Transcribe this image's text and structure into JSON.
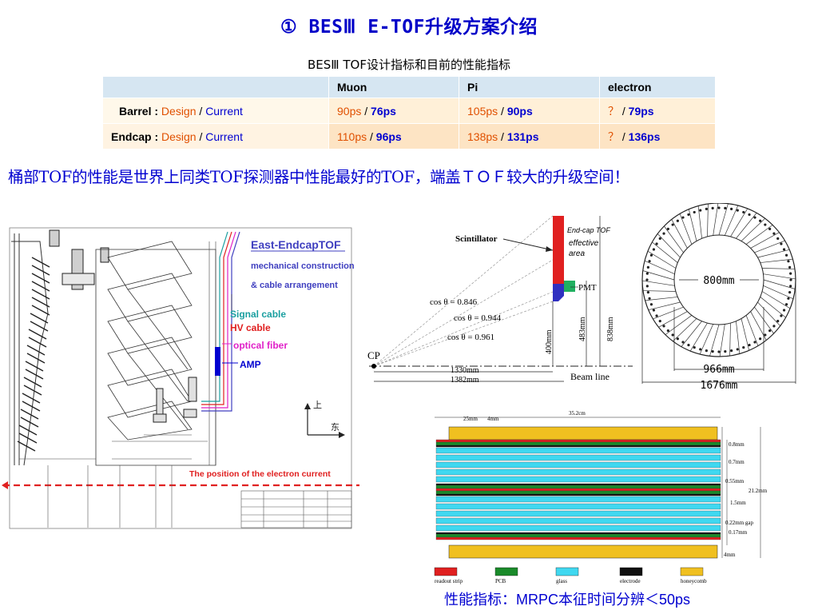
{
  "title": "①   BESⅢ E-TOF升级方案介绍",
  "subtitle": "BESⅢ TOF设计指标和目前的性能指标",
  "table": {
    "headers": [
      "",
      "Muon",
      "Pi",
      "electron"
    ],
    "rows": [
      {
        "label": "Barrel : ",
        "design_word": "Design",
        "slash": " / ",
        "current_word": "Current",
        "muon_design": "90ps",
        "muon_sep": "  / ",
        "muon_current": "76ps",
        "pi_design": "105ps",
        "pi_sep": " / ",
        "pi_current": "90ps",
        "e_design": "？",
        "e_sep": " / ",
        "e_current": "79ps"
      },
      {
        "label": "Endcap : ",
        "design_word": "Design",
        "slash": " / ",
        "current_word": "Current",
        "muon_design": "110ps",
        "muon_sep": " / ",
        "muon_current": "96ps",
        "pi_design": "138ps",
        "pi_sep": " / ",
        "pi_current": "131ps",
        "e_design": "？",
        "e_sep": " / ",
        "e_current": "136ps"
      }
    ]
  },
  "statement": "桶部TOF的性能是世界上同类TOF探测器中性能最好的TOF，端盖ＴＯＦ较大的升级空间！",
  "cad": {
    "title": "East-EndcapTOF",
    "line2": "mechanical construction",
    "line3": "& cable arrangement",
    "signal": "Signal cable",
    "hv": "HV cable",
    "optical": "optical fiber",
    "amp": "AMP",
    "electron_pos": "The position of the electron current",
    "up": "上",
    "east": "东",
    "colors": {
      "signal": "#1a9fa0",
      "hv": "#e02020",
      "optical": "#e020c8",
      "amp": "#0000d0",
      "title": "#4040c0"
    }
  },
  "geometry": {
    "scintillator": "Scintillator",
    "endcap_label": "End-cap TOF",
    "effective": "effective",
    "area": "area",
    "pmt": "PMT",
    "cos1": "cos θ = 0.846",
    "cos2": "cos θ = 0.944",
    "cos3": "cos θ = 0.961",
    "cp": "CP",
    "d1330": "1330mm",
    "d1382": "1382mm",
    "beam": "Beam line",
    "d400": "400mm",
    "d483": "483mm",
    "d838": "838mm"
  },
  "ring": {
    "d800": "800mm",
    "d966": "966mm",
    "d1676": "1676mm"
  },
  "mrpc": {
    "width": "35.2cm",
    "d25": "25mm",
    "d4": "4mm",
    "d08": "0.8mm",
    "d07": "0.7mm",
    "d055": "0.55mm",
    "d212": "21.2mm",
    "d15": "1.5mm",
    "d022": "0.22mm gap",
    "d017": "0.17mm",
    "d4b": "4mm",
    "legend": [
      {
        "label": "readout strip",
        "color": "#e02020"
      },
      {
        "label": "PCB",
        "color": "#1a8a2a"
      },
      {
        "label": "glass",
        "color": "#40d8f0"
      },
      {
        "label": "electrode",
        "color": "#101010"
      },
      {
        "label": "honeycomb",
        "color": "#f0c020"
      }
    ]
  },
  "bottom_note": "性能指标：MRPC本征时间分辨＜50ps"
}
